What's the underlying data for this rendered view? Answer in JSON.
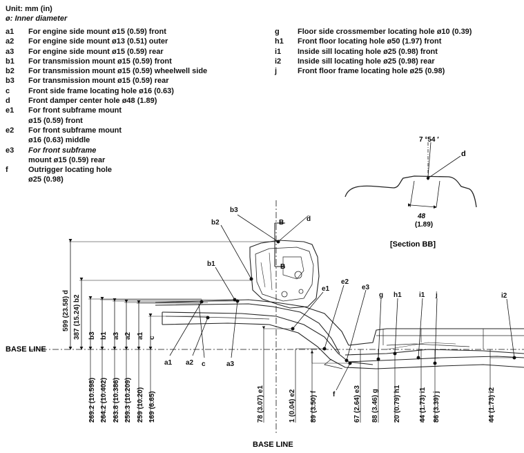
{
  "header": {
    "unit": "Unit: mm (in)",
    "inner_diameter": "ø: Inner diameter"
  },
  "legend_left": [
    {
      "code": "a1",
      "lines": [
        "For engine side mount ø15 (0.59) front"
      ]
    },
    {
      "code": "a2",
      "lines": [
        "For engine side mount ø13 (0.51) outer"
      ]
    },
    {
      "code": "a3",
      "lines": [
        "For engine side mount ø15 (0.59) rear"
      ]
    },
    {
      "code": "b1",
      "lines": [
        "For transmission mount ø15 (0.59) front"
      ]
    },
    {
      "code": "b2",
      "lines": [
        "For transmission mount ø15 (0.59) wheelwell side"
      ]
    },
    {
      "code": "b3",
      "lines": [
        "For transmission mount ø15 (0.59) rear"
      ]
    },
    {
      "code": "c",
      "lines": [
        "Front side frame locating hole ø16 (0.63)"
      ]
    },
    {
      "code": "d",
      "lines": [
        "Front damper center hole ø48 (1.89)"
      ]
    },
    {
      "code": "e1",
      "lines": [
        "For front subframe mount",
        "ø15 (0.59) front"
      ]
    },
    {
      "code": "e2",
      "lines": [
        "For front subframe mount",
        "ø16 (0.63) middle"
      ]
    },
    {
      "code": "e3",
      "lines": [
        "For front subframe",
        "mount ø15 (0.59) rear"
      ]
    },
    {
      "code": "f",
      "lines": [
        "Outrigger locating hole",
        "ø25 (0.98)"
      ]
    }
  ],
  "legend_right": [
    {
      "code": "g",
      "lines": [
        "Floor side crossmember locating hole ø10 (0.39)"
      ]
    },
    {
      "code": "h1",
      "lines": [
        "Front floor locating hole ø50 (1.97) front"
      ]
    },
    {
      "code": "i1",
      "lines": [
        "Inside sill locating hole ø25 (0.98) front"
      ]
    },
    {
      "code": "i2",
      "lines": [
        "Inside sill locating hole ø25 (0.98) rear"
      ]
    },
    {
      "code": "j",
      "lines": [
        "Front floor frame locating hole ø25 (0.98)"
      ]
    }
  ],
  "section_bb": {
    "angle": "7 °54 ′",
    "point": "d",
    "width": "48",
    "width_in": "(1.89)",
    "caption": "[Section BB]"
  },
  "base_line_label": "BASE LINE",
  "section_markers": [
    "B",
    "B"
  ],
  "point_labels": [
    {
      "id": "b3",
      "text": "b3"
    },
    {
      "id": "d",
      "text": "d"
    },
    {
      "id": "b2",
      "text": "b2"
    },
    {
      "id": "b1",
      "text": "b1"
    },
    {
      "id": "e1",
      "text": "e1"
    },
    {
      "id": "e2",
      "text": "e2"
    },
    {
      "id": "e3",
      "text": "e3"
    },
    {
      "id": "g",
      "text": "g"
    },
    {
      "id": "h1",
      "text": "h1"
    },
    {
      "id": "i1",
      "text": "i1"
    },
    {
      "id": "j",
      "text": "j"
    },
    {
      "id": "i2",
      "text": "i2"
    },
    {
      "id": "a1",
      "text": "a1"
    },
    {
      "id": "a2",
      "text": "a2"
    },
    {
      "id": "c",
      "text": "c"
    },
    {
      "id": "a3",
      "text": "a3"
    },
    {
      "id": "f",
      "text": "f"
    }
  ],
  "upper_dimensions": [
    {
      "id": "d",
      "text": "599 (23.58) d"
    },
    {
      "id": "b2",
      "text": "387 (15.24) b2"
    },
    {
      "id": "b3",
      "text": "b3"
    },
    {
      "id": "b1",
      "text": "b1"
    },
    {
      "id": "a3",
      "text": "a3"
    },
    {
      "id": "a2",
      "text": "a2"
    },
    {
      "id": "a1",
      "text": "a1"
    },
    {
      "id": "c",
      "text": "c"
    }
  ],
  "lower_dimensions": [
    {
      "id": "b3",
      "text": "269.2 (10.598)"
    },
    {
      "id": "b1",
      "text": "264.2 (10.402)"
    },
    {
      "id": "a3",
      "text": "263.8 (10.386)"
    },
    {
      "id": "a2",
      "text": "259.3 (10.209)"
    },
    {
      "id": "a1",
      "text": "259 (10.20)"
    },
    {
      "id": "c",
      "text": "169 (6.65)"
    },
    {
      "id": "e1",
      "text": "78 (3.07) e1"
    },
    {
      "id": "e2",
      "text": "1 (0.04) e2"
    },
    {
      "id": "f",
      "text": "89 (3.50) f"
    },
    {
      "id": "e3",
      "text": "67 (2.64) e3"
    },
    {
      "id": "g",
      "text": "88 (3.46) g"
    },
    {
      "id": "h1",
      "text": "20 (0.79) h1"
    },
    {
      "id": "i1",
      "text": "44 (1.73) i1"
    },
    {
      "id": "j",
      "text": "86 (3.39) j"
    },
    {
      "id": "i2",
      "text": "44 (1.73) i2"
    }
  ]
}
